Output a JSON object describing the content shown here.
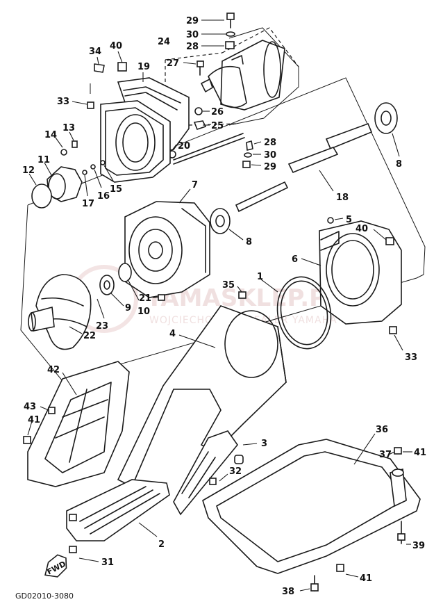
{
  "diagram": {
    "code": "GD02010-3080",
    "fwd_label": "FWD",
    "watermark": "YAMASKLEP.PL",
    "watermark_sub": "WOJCIECHOWICZ DEALER YAMAHA",
    "callouts": [
      {
        "id": "c29a",
        "text": "29"
      },
      {
        "id": "c30a",
        "text": "30"
      },
      {
        "id": "c28a",
        "text": "28"
      },
      {
        "id": "c24",
        "text": "24"
      },
      {
        "id": "c27",
        "text": "27"
      },
      {
        "id": "c34",
        "text": "34"
      },
      {
        "id": "c40a",
        "text": "40"
      },
      {
        "id": "c19",
        "text": "19"
      },
      {
        "id": "c33a",
        "text": "33"
      },
      {
        "id": "c26",
        "text": "26"
      },
      {
        "id": "c25",
        "text": "25"
      },
      {
        "id": "c14",
        "text": "14"
      },
      {
        "id": "c13",
        "text": "13"
      },
      {
        "id": "c20",
        "text": "20"
      },
      {
        "id": "c28b",
        "text": "28"
      },
      {
        "id": "c30b",
        "text": "30"
      },
      {
        "id": "c29b",
        "text": "29"
      },
      {
        "id": "c8a",
        "text": "8"
      },
      {
        "id": "c11",
        "text": "11"
      },
      {
        "id": "c12",
        "text": "12"
      },
      {
        "id": "c17",
        "text": "17"
      },
      {
        "id": "c16",
        "text": "16"
      },
      {
        "id": "c15",
        "text": "15"
      },
      {
        "id": "c7",
        "text": "7"
      },
      {
        "id": "c18",
        "text": "18"
      },
      {
        "id": "c8b",
        "text": "8"
      },
      {
        "id": "c5",
        "text": "5"
      },
      {
        "id": "c40b",
        "text": "40"
      },
      {
        "id": "c6",
        "text": "6"
      },
      {
        "id": "c1",
        "text": "1"
      },
      {
        "id": "c35",
        "text": "35"
      },
      {
        "id": "c9",
        "text": "9"
      },
      {
        "id": "c10",
        "text": "10"
      },
      {
        "id": "c21",
        "text": "21"
      },
      {
        "id": "c23",
        "text": "23"
      },
      {
        "id": "c22",
        "text": "22"
      },
      {
        "id": "c4",
        "text": "4"
      },
      {
        "id": "c33b",
        "text": "33"
      },
      {
        "id": "c42",
        "text": "42"
      },
      {
        "id": "c43",
        "text": "43"
      },
      {
        "id": "c41a",
        "text": "41"
      },
      {
        "id": "c36",
        "text": "36"
      },
      {
        "id": "c37",
        "text": "37"
      },
      {
        "id": "c41b",
        "text": "41"
      },
      {
        "id": "c3",
        "text": "3"
      },
      {
        "id": "c32",
        "text": "32"
      },
      {
        "id": "c2",
        "text": "2"
      },
      {
        "id": "c39",
        "text": "39"
      },
      {
        "id": "c31",
        "text": "31"
      },
      {
        "id": "c41c",
        "text": "41"
      },
      {
        "id": "c38",
        "text": "38"
      }
    ]
  }
}
